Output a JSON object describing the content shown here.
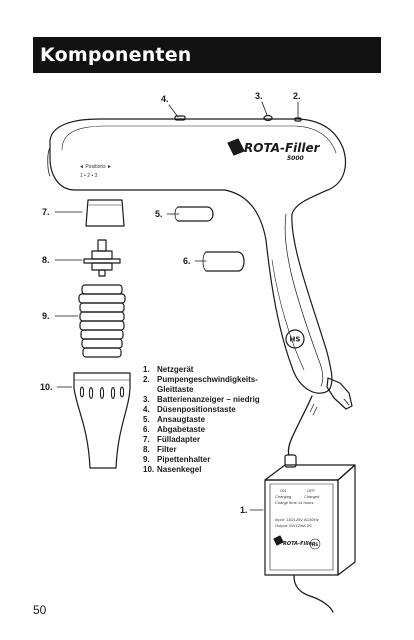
{
  "header": {
    "title": "Komponenten"
  },
  "gun": {
    "positions_label": "◄  Positions  ►",
    "positions_scale": "1   •   2   •   3",
    "brand_main": "ROTA-Filler",
    "brand_sub": "5000",
    "badge": "HS"
  },
  "charger": {
    "status_on": "ON",
    "status_off": "OFF",
    "status_charging": "Charging",
    "status_charged": "Charged",
    "charge_time": "Charge time 14 hours",
    "input": "Input: 110/120V AC60Hz",
    "output": "Output: 6V/12mA DC",
    "brand": "ROTA-Filler",
    "badge": "HS"
  },
  "callouts": {
    "c1": "1.",
    "c2": "2.",
    "c3": "3.",
    "c4": "4.",
    "c5": "5.",
    "c6": "6.",
    "c7": "7.",
    "c8": "8.",
    "c9": "9.",
    "c10": "10."
  },
  "legend": [
    {
      "num": "1.",
      "text": "Netzgerät"
    },
    {
      "num": "2.",
      "text": "Pumpengeschwindigkeits- Gleittaste"
    },
    {
      "num": "3.",
      "text": "Batterienanzeiger – niedrig"
    },
    {
      "num": "4.",
      "text": "Düsenpositionstaste"
    },
    {
      "num": "5.",
      "text": "Ansaugtaste"
    },
    {
      "num": "6.",
      "text": "Abgabetaste"
    },
    {
      "num": "7.",
      "text": "Fülladapter"
    },
    {
      "num": "8.",
      "text": "Filter"
    },
    {
      "num": "9.",
      "text": "Pipettenhalter"
    },
    {
      "num": "10.",
      "text": "Nasenkegel"
    }
  ],
  "page_number": "50"
}
